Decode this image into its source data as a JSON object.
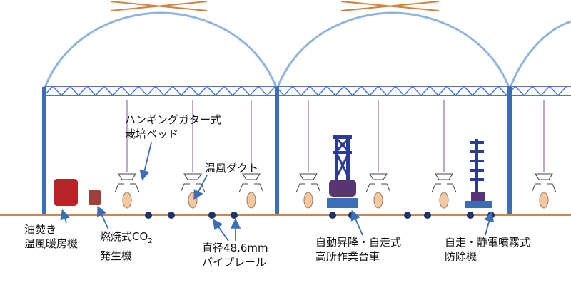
{
  "colors": {
    "arch": "#8fb4e0",
    "frame": "#3d6db5",
    "truss": "#4a79bf",
    "wire": "#d4823a",
    "floor": "#d9823e",
    "hanger": "#a98bbf",
    "rail": "#1f3366",
    "heater": "#b82328",
    "co2": "#a0403a",
    "pot": "#f7c7a0",
    "vehicle": "#5a3575",
    "lift_mast": "#2a3b98",
    "arrow": "#3a6fb7"
  },
  "labels": {
    "gutter_bed": [
      "ハンギングガター式",
      "栽培ベッド"
    ],
    "hot_air_duct": "温風ダクト",
    "oil_heater": [
      "油焚き",
      "温風暖房機"
    ],
    "co2_generator": {
      "line1_prefix": "燃焼式CO",
      "line1_sub": "2",
      "line2": "発生機"
    },
    "pipe_rail": [
      "直径48.6mm",
      "パイプレール"
    ],
    "lift_cart": [
      "自動昇降・自走式",
      "高所作業台車"
    ],
    "sprayer": [
      "自走・静電噴霧式",
      "防除機"
    ]
  }
}
